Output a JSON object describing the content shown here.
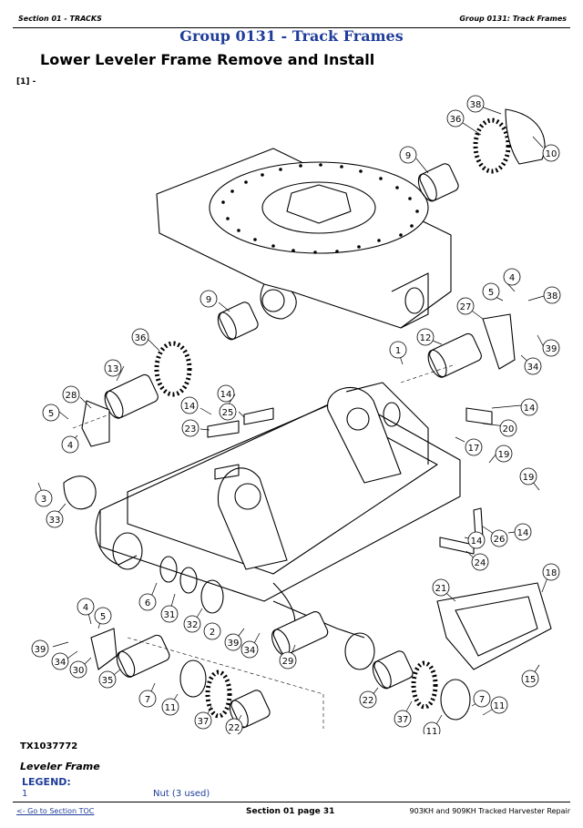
{
  "header": {
    "left": "Section 01 - TRACKS",
    "right": "Group 0131: Track Frames"
  },
  "group_title": "Group 0131 - Track Frames",
  "procedure_title": "Lower Leveler Frame Remove and Install",
  "step_label": "[1] -",
  "figure": {
    "id": "TX1037772",
    "caption": "Leveler Frame",
    "callouts": [
      "38",
      "36",
      "10",
      "9",
      "4",
      "5",
      "38",
      "27",
      "12",
      "1",
      "39",
      "34",
      "9",
      "36",
      "13",
      "28",
      "14",
      "14",
      "25",
      "14",
      "20",
      "5",
      "23",
      "17",
      "19",
      "4",
      "19",
      "3",
      "33",
      "26",
      "14",
      "24",
      "14",
      "6",
      "31",
      "32",
      "2",
      "21",
      "18",
      "4",
      "5",
      "39",
      "34",
      "29",
      "39",
      "34",
      "30",
      "35",
      "7",
      "11",
      "37",
      "22",
      "22",
      "37",
      "11",
      "7",
      "11",
      "15"
    ]
  },
  "legend": {
    "heading": "LEGEND:",
    "rows": [
      {
        "num": "1",
        "desc": "Nut (3 used)"
      }
    ]
  },
  "footer": {
    "toc_link": "<- Go to Section TOC",
    "page": "Section 01 page 31",
    "book": "903KH and 909KH Tracked Harvester Repair"
  }
}
